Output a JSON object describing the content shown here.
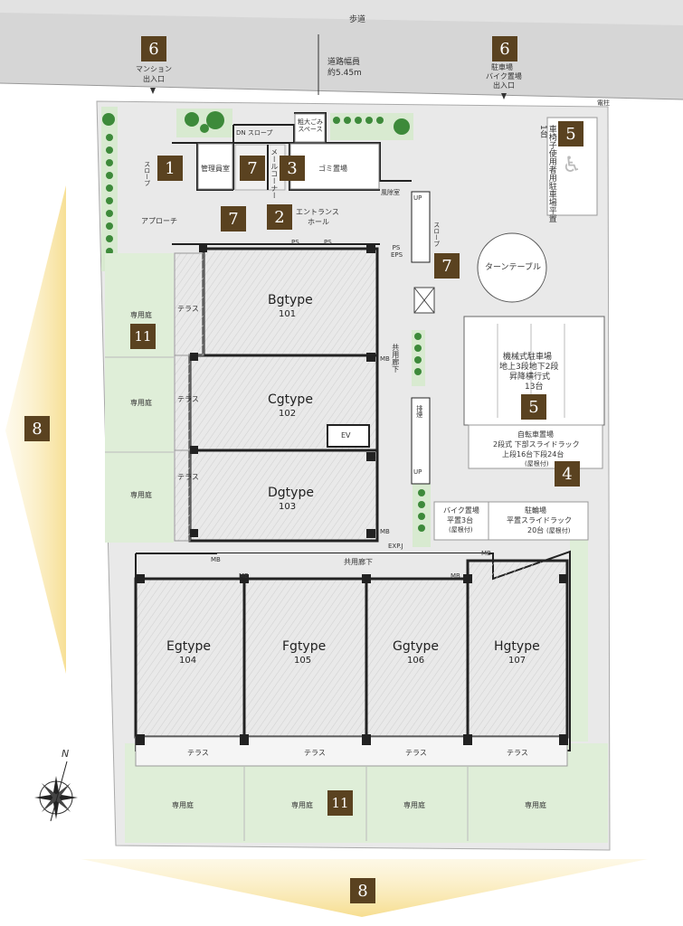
{
  "street": {
    "sidewalk": "歩道",
    "road_width_line1": "道路幅員",
    "road_width_line2": "約5.45m",
    "mansion_entrance_line1": "マンション",
    "mansion_entrance_line2": "出入口",
    "parking_entrance_line1": "駐車場",
    "parking_entrance_line2": "バイク置場",
    "parking_entrance_line3": "出入口",
    "pole_mark": "電柱"
  },
  "labels": {
    "large_trash": "粗大ごみスペース",
    "dn_slope": "DN スロープ",
    "slope": "スロープ",
    "management": "管理員室",
    "mail_corner": "メールコーナー",
    "trash": "ゴミ置場",
    "wind_room": "風除室",
    "approach": "アプローチ",
    "entrance_hall_line1": "エントランス",
    "entrance_hall_line2": "ホール",
    "ps": "PS",
    "ps_eps": "PS EPS",
    "up": "UP",
    "slope_right": "スロープ",
    "turntable": "ターンテーブル",
    "wheelchair_parking": "車椅子使用者用駐車場平置1台",
    "private_garden": "専用庭",
    "terrace": "テラス",
    "common_corridor": "共用廊下",
    "mb": "MB",
    "ev": "EV",
    "smoke_exhaust": "排煙",
    "exp_j": "EXP.J"
  },
  "mech_parking": {
    "line1": "機械式駐車場",
    "line2": "地上3段地下2段",
    "line3": "昇降横行式",
    "line4": "13台"
  },
  "bicycle": {
    "line1": "自転車置場",
    "line2": "2段式 下部スライドラック",
    "line3": "上段16台下段24台",
    "note": "(屋根付)"
  },
  "bike_parking": {
    "line1": "バイク置場",
    "line2": "平置3台",
    "note": "(屋根付)"
  },
  "cycle_rack": {
    "line1": "駐輪場",
    "line2": "平置スライドラック",
    "line3": "20台",
    "note": "(屋根付)"
  },
  "units": [
    {
      "type": "Bgtype",
      "no": "101"
    },
    {
      "type": "Cgtype",
      "no": "102"
    },
    {
      "type": "Dgtype",
      "no": "103"
    },
    {
      "type": "Egtype",
      "no": "104"
    },
    {
      "type": "Fgtype",
      "no": "105"
    },
    {
      "type": "Ggtype",
      "no": "106"
    },
    {
      "type": "Hgtype",
      "no": "107"
    }
  ],
  "badges": {
    "b1": "1",
    "b2": "2",
    "b3": "3",
    "b4": "4",
    "b5a": "5",
    "b5b": "5",
    "b6a": "6",
    "b6b": "6",
    "b7a": "7",
    "b7b": "7",
    "b7c": "7",
    "b8a": "8",
    "b8b": "8",
    "b11a": "11",
    "b11b": "11"
  },
  "compass": {
    "north": "N"
  },
  "colors": {
    "badge": "#5a4220",
    "garden": "#dfeed8",
    "arrow": "#f6dc8a",
    "street": "#d6d6d6",
    "common": "#e9e9e9",
    "unit": "#f4f4f4",
    "wall": "#222222"
  }
}
